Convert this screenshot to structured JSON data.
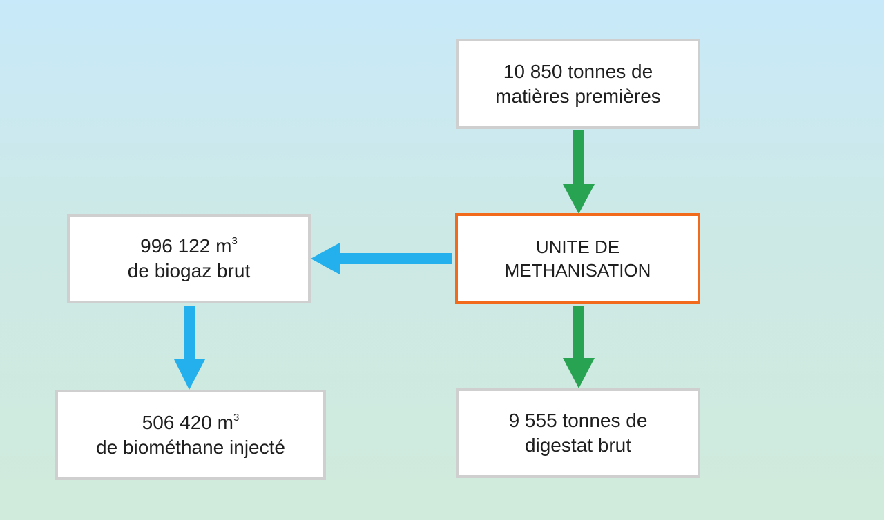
{
  "colors": {
    "flow_green": "#27a352",
    "flow_blue": "#24b0ec",
    "unit_border": "#f26a1b",
    "box_border": "#cfcfcf"
  },
  "nodes": {
    "raw_materials": {
      "line1": "10 850 tonnes de",
      "line2": "matières premières"
    },
    "unit": {
      "line1": "UNITE DE",
      "line2": "METHANISATION"
    },
    "biogaz": {
      "line1_number": "996 122 m",
      "line1_exp": "3",
      "line2": "de biogaz brut"
    },
    "biomethane": {
      "line1_number": "506 420 m",
      "line1_exp": "3",
      "line2": "de biométhane injecté"
    },
    "digestate": {
      "line1": "9 555 tonnes de",
      "line2": "digestat brut"
    }
  }
}
